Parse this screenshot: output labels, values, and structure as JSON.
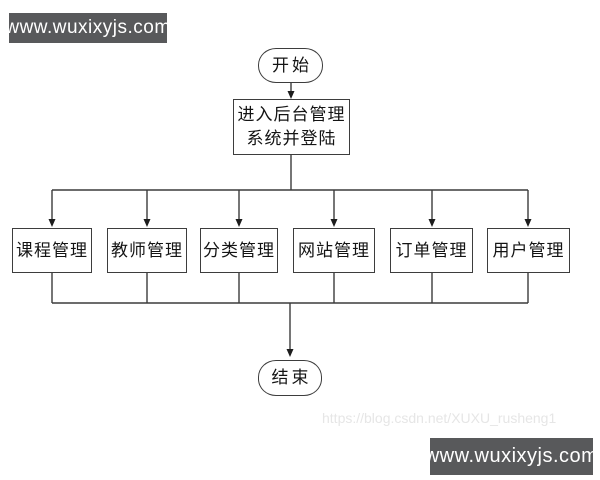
{
  "badges": {
    "top_text": "www.wuxixyjs.com",
    "bottom_text": "www.wuxixyjs.com"
  },
  "watermarks": {
    "csdn_url": "https://blog.csdn.net/XUXU_rusheng1"
  },
  "flowchart": {
    "start_label": "开始",
    "login_line1": "进入后台管理",
    "login_line2": "系统并登陆",
    "modules": [
      {
        "label": "课程管理"
      },
      {
        "label": "教师管理"
      },
      {
        "label": "分类管理"
      },
      {
        "label": "网站管理"
      },
      {
        "label": "订单管理"
      },
      {
        "label": "用户管理"
      }
    ],
    "end_label": "结束"
  },
  "colors": {
    "line": "#3b3b3b",
    "node_border": "#3d3d3d",
    "badge_bg": "#58595b",
    "badge_text": "#ffffff",
    "watermark_text": "#e6e6e6"
  }
}
